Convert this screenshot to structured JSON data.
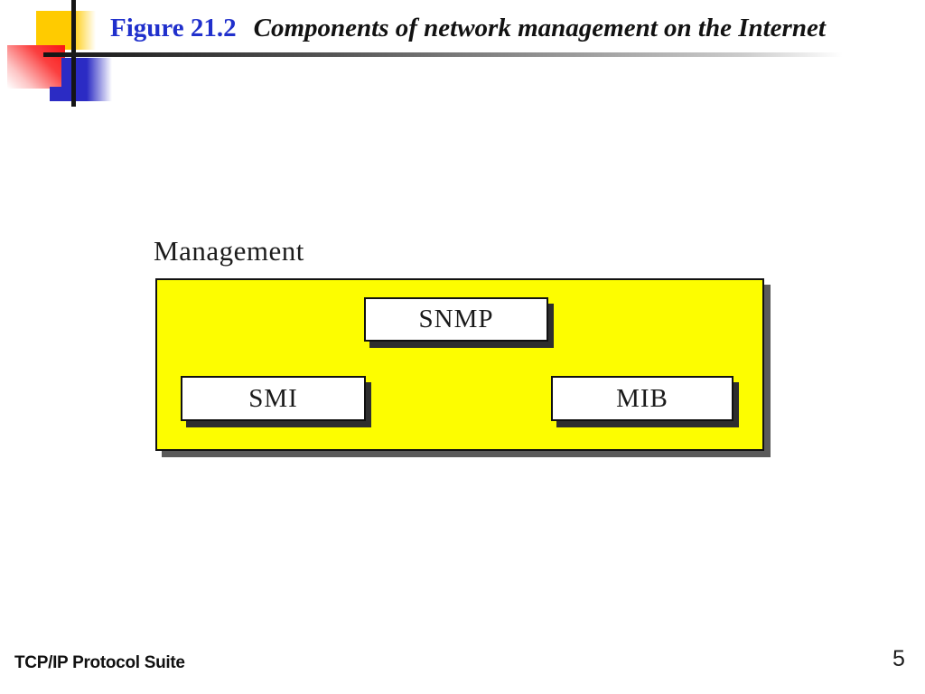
{
  "title": {
    "figure_label": "Figure 21.2",
    "caption": "Components of network management on the Internet"
  },
  "diagram": {
    "container_label": "Management",
    "boxes": [
      {
        "label": "SNMP"
      },
      {
        "label": "SMI"
      },
      {
        "label": "MIB"
      }
    ]
  },
  "footer": {
    "left": "TCP/IP Protocol Suite",
    "page_number": "5"
  },
  "colors": {
    "figure_label_blue": "#2030cc",
    "caption_black": "#121212",
    "container_yellow": "#fdfd00",
    "container_shadow_gray": "#5a5a5a",
    "inner_box_shadow": "#2e2e2e",
    "decoration_gold": "#ffcb00",
    "decoration_red": "#fa1414",
    "decoration_blue": "#2b2bc4",
    "line_black": "#151515"
  }
}
